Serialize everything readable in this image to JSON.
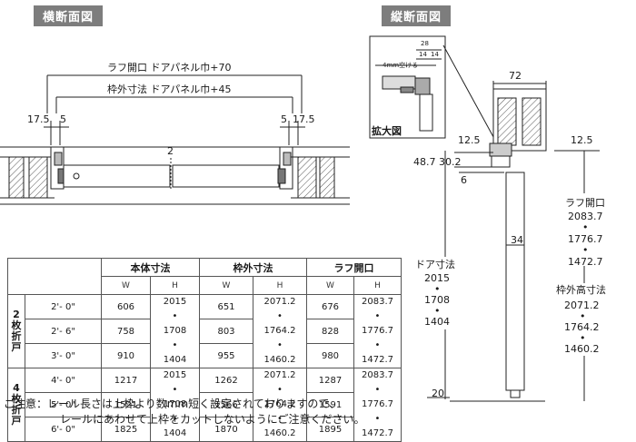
{
  "left_view": {
    "title": "横断面図",
    "rough_opening_label": "ラフ開口 ドアパネル巾+70",
    "frame_outer_label": "枠外寸法 ドアパネル巾+45",
    "dim_left_outer": "17.5",
    "dim_left_inner": "5",
    "dim_right_inner": "5",
    "dim_right_outer": "17.5",
    "dim_gap": "2"
  },
  "right_view": {
    "title": "縦断面図",
    "zoom": {
      "title": "拡大図",
      "d28": "28",
      "d14a": "14",
      "d14b": "14",
      "gap_note": "4mm空ける"
    },
    "d72": "72",
    "d12_5_left": "12.5",
    "d48_7": "48.7",
    "d30_2": "30.2",
    "d6": "6",
    "d34": "34",
    "d20": "20",
    "d12_5_right": "12.5",
    "door_size_label": [
      "ドア寸法"
    ],
    "door_size_values": [
      "2015",
      "1708",
      "1404"
    ],
    "rough_opening_label": "ラフ開口",
    "rough_opening_values": [
      "2083.7",
      "1776.7",
      "1472.7"
    ],
    "frame_height_label": "枠外高寸法",
    "frame_height_values": [
      "2071.2",
      "1764.2",
      "1460.2"
    ]
  },
  "table": {
    "headers": [
      "本体寸法",
      "枠外寸法",
      "ラフ開口"
    ],
    "subheaders": [
      "W",
      "H",
      "W",
      "H",
      "W",
      "H"
    ],
    "groups": [
      {
        "label": [
          "2",
          "枚",
          "折",
          "戸"
        ],
        "rows": [
          {
            "size": "2'- 0\"",
            "body_w": "606",
            "frame_w": "651",
            "rough_w": "676"
          },
          {
            "size": "2'- 6\"",
            "body_w": "758",
            "frame_w": "803",
            "rough_w": "828"
          },
          {
            "size": "3'- 0\"",
            "body_w": "910",
            "frame_w": "955",
            "rough_w": "980"
          }
        ]
      },
      {
        "label": [
          "4",
          "枚",
          "折",
          "戸"
        ],
        "rows": [
          {
            "size": "4'- 0\"",
            "body_w": "1217",
            "frame_w": "1262",
            "rough_w": "1287"
          },
          {
            "size": "5'- 0\"",
            "body_w": "1521",
            "frame_w": "1566",
            "rough_w": "1591"
          },
          {
            "size": "6'- 0\"",
            "body_w": "1825",
            "frame_w": "1870",
            "rough_w": "1895"
          }
        ]
      }
    ],
    "body_h": [
      "2015",
      "1708",
      "1404"
    ],
    "frame_h": [
      "2071.2",
      "1764.2",
      "1460.2"
    ],
    "rough_h": [
      "2083.7",
      "1776.7",
      "1472.7"
    ],
    "dot": "•"
  },
  "notice": {
    "prefix": "ご注意：",
    "line1": "レール長さは上枠より数mm短く設定されておりますので、",
    "line2": "レールにあわせて上枠をカットしないようにご注意ください。"
  }
}
